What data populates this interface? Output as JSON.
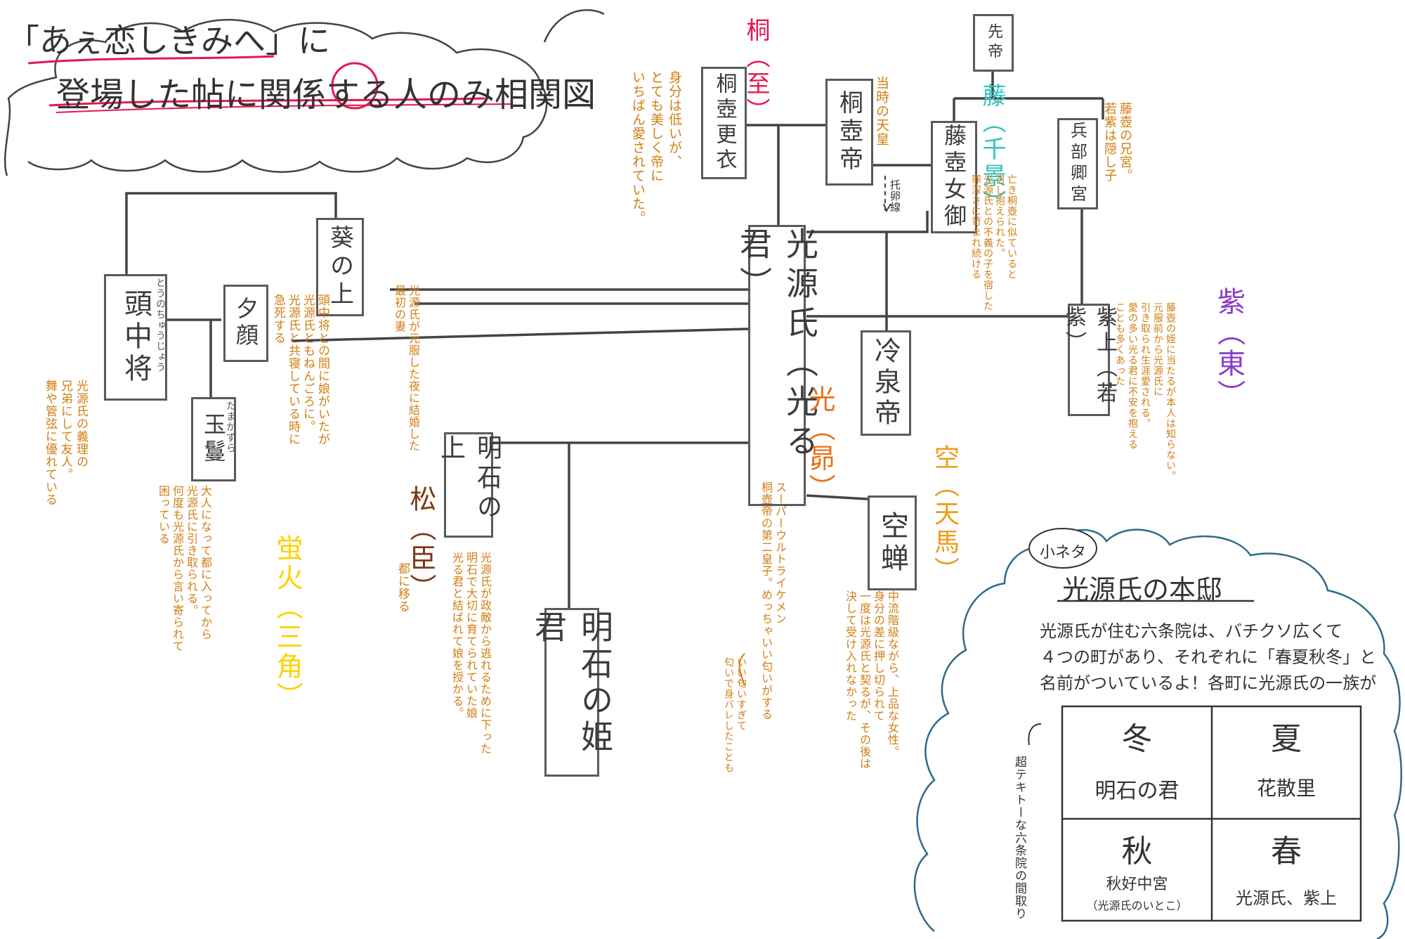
{
  "title": {
    "line1": "「あぇ恋しきみへ」に",
    "line2": "登場した帖に関係する人のみ相関図"
  },
  "colors": {
    "line": "#444444",
    "note": "#d07e12",
    "red": "#e8154f",
    "cyan": "#2ec4c0",
    "purple": "#8a3ec9",
    "brown": "#7a3a12",
    "orange": "#e8701a",
    "yellow": "#ffd200",
    "pink": "#e8154f",
    "blue": "#2e6a8c"
  },
  "people": {
    "sentei": "先帝",
    "kiritsubo_koui": "桐壺更衣",
    "kiritsubo_tei": "桐壺帝",
    "fujitsubo": "藤壺女御",
    "hyoubukyou": "兵部卿宮",
    "aoi": "葵の上",
    "tounochujo": "頭中将",
    "yugao": "夕顔",
    "tamakazura": "玉鬘",
    "genji": "光源氏（光る君）",
    "reizei": "冷泉帝",
    "murasaki": "紫上（若紫）",
    "akashi": "明石の上",
    "akashi_hime": "明石の姫君",
    "utsusemi": "空蝉"
  },
  "ruby": {
    "tounochujo": "とうのちゅうじょう",
    "tamakazura": "たまかずら"
  },
  "nicknames": {
    "kiri": "桐（至）",
    "fuji": "藤（千景）",
    "murasaki": "紫（東）",
    "hikaru": "光（昴）",
    "sora": "空（天馬）",
    "matsu": "松（臣）",
    "hotaru": "蛍火（三角）"
  },
  "notes": {
    "kiritsubo_koui": "身分は低いが、\nとても美しく帝に\nいちばん愛されていた。",
    "kiritsubo_tei": "当時の天皇",
    "takuran": "托卵線",
    "fujitsubo": "亡き桐壺に似ていると\n召し抱えられた。\n光源氏との不義の子を宿した\n罪深さに苛まれ続ける",
    "hyoubukyou": "藤壺の兄宮。\n若紫は隠し子",
    "aoi": "光源氏が元服した夜に結婚した\n最初の妻",
    "yugao": "頭中将との間に娘がいたが\n光源氏ともねんごろに。\n光源氏と共寝している時に\n急死する",
    "tounochujo": "光源氏の義理の\n兄弟にして友人。\n舞や管弦に優れている",
    "tamakazura": "大人になって都に入ってから\n光源氏に引き取られる。\n何度も光源氏から言い寄られて\n困っている",
    "genji": "スーパーウルトライケメン\n桐壺帝の第二皇子。めっちゃいい匂いがする",
    "genji_smell": "いい匂いすぎて\n匂いで身バレしたことも",
    "murasaki": "藤壺の姪に当たるが本人は知らない。\n元服前から光源氏に\n引き取られ生涯愛される。\n愛の多い光る君に不安を抱える\nことも多くあった",
    "akashi": "光源氏が政敵から逃れるために下った\n明石で大切に育てられていた娘\n光る君と結ばれて娘を授かる。",
    "matsu": "都に移る",
    "utsusemi": "中流階級ながら、上品な女性。\n身分の差に押し切られて\n一度は光源氏と契るが、その後は\n決して受け入れなかった"
  },
  "trivia": {
    "tag": "小ネタ",
    "title": "光源氏の本邸",
    "body_line1": "光源氏が住む六条院は、バチクソ広くて",
    "body_line2": "４つの町があり、それぞれに「春夏秋冬」と",
    "body_line3": "名前がついているよ！各町に光源氏の一族が",
    "side_note": "超テキトーな六条院の間取り",
    "grid": {
      "winter_season": "冬",
      "winter_name": "明石の君",
      "summer_season": "夏",
      "summer_name": "花散里",
      "autumn_season": "秋",
      "autumn_name": "秋好中宮",
      "autumn_sub": "（光源氏のいとこ）",
      "spring_season": "春",
      "spring_name": "光源氏、紫上"
    }
  }
}
